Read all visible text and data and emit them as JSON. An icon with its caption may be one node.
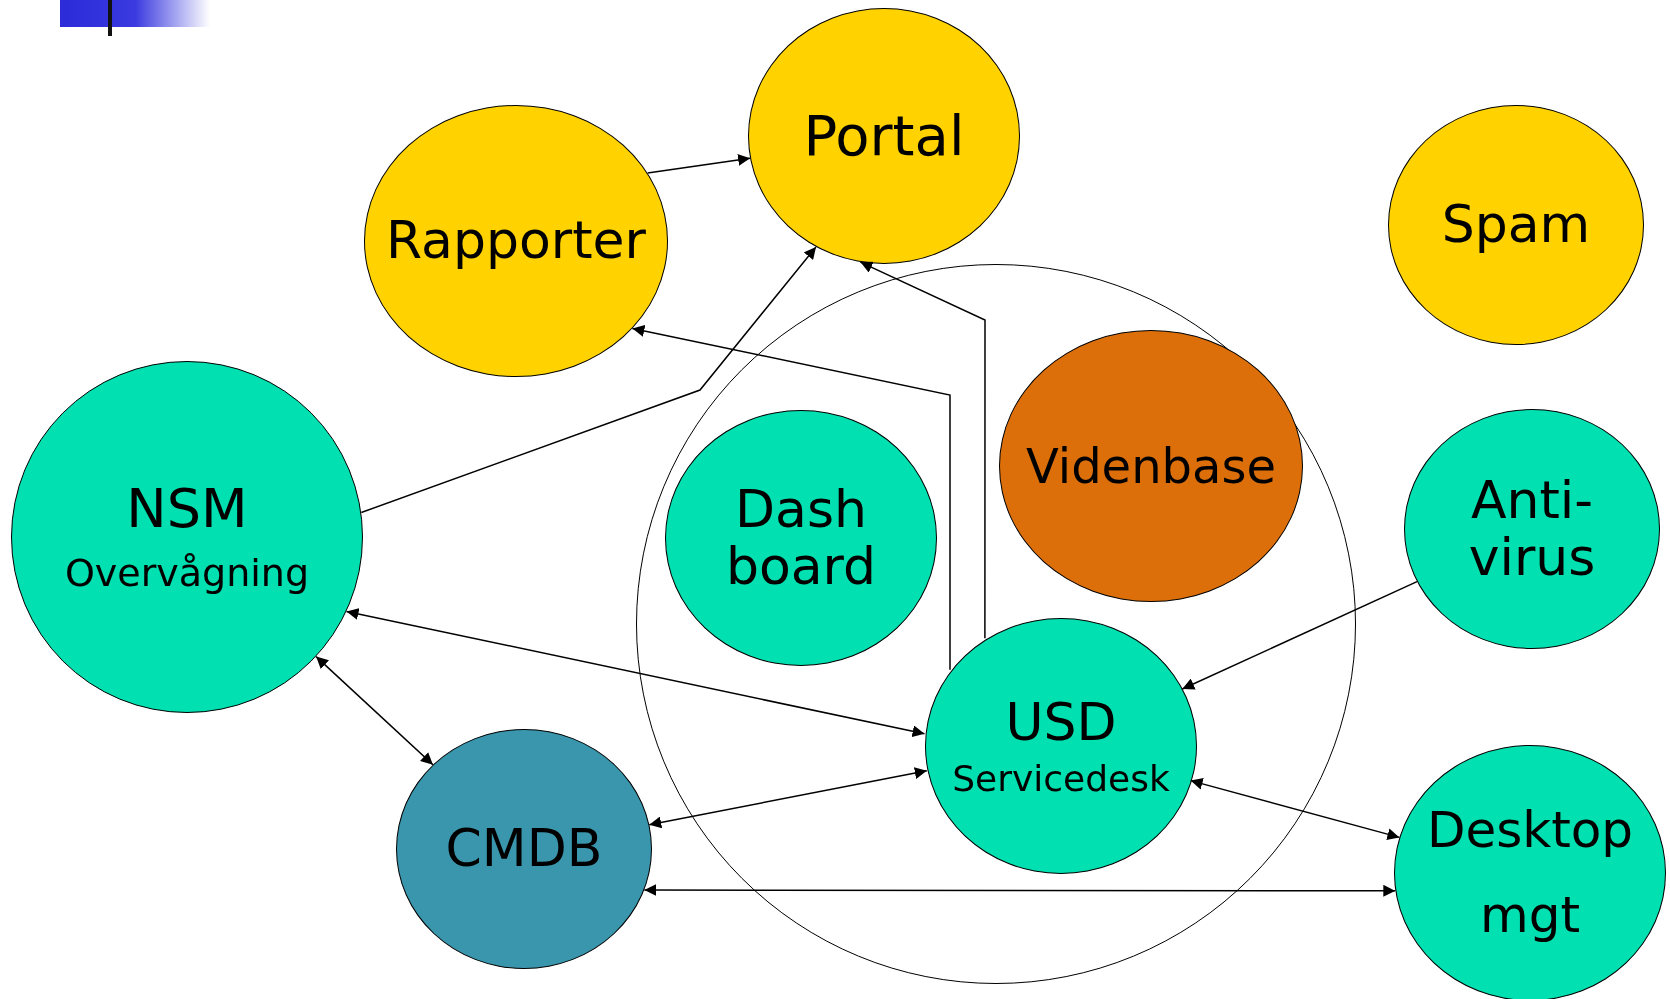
{
  "diagram": {
    "nodes": [
      {
        "text": [
          "Portal"
        ]
      },
      {
        "text": [
          "Rapporter"
        ]
      },
      {
        "text": [
          "Spam"
        ]
      },
      {
        "text": [
          "NSM",
          "Overvågning"
        ]
      },
      {
        "text": [],
        "shape": "circle"
      },
      {
        "text": [
          "Dash board"
        ],
        "in": 4
      },
      {
        "text": [
          "Videnbase"
        ],
        "in": 4
      },
      {
        "text": [
          "Anti-virus"
        ]
      },
      {
        "text": [
          "USD",
          "Servicedesk"
        ],
        "in": 4
      },
      {
        "text": [
          "CMDB"
        ]
      },
      {
        "text": [
          "Desktop",
          "mgt"
        ]
      }
    ],
    "edges": [
      {
        "from": 1,
        "to": 0,
        "arrow": "to"
      },
      {
        "from": 3,
        "to": 0,
        "arrow": "to"
      },
      {
        "from": 8,
        "to": 1,
        "arrow": "to"
      },
      {
        "from": 8,
        "to": 0,
        "arrow": "to"
      },
      {
        "from": 3,
        "to": 8,
        "arrow": "both"
      },
      {
        "from": 3,
        "to": 9,
        "arrow": "both"
      },
      {
        "from": 8,
        "to": 9,
        "arrow": "both"
      },
      {
        "from": 8,
        "to": 10,
        "arrow": "both"
      },
      {
        "from": 9,
        "to": 10,
        "arrow": "both"
      },
      {
        "from": 7,
        "to": 8,
        "arrow": "to"
      }
    ]
  }
}
